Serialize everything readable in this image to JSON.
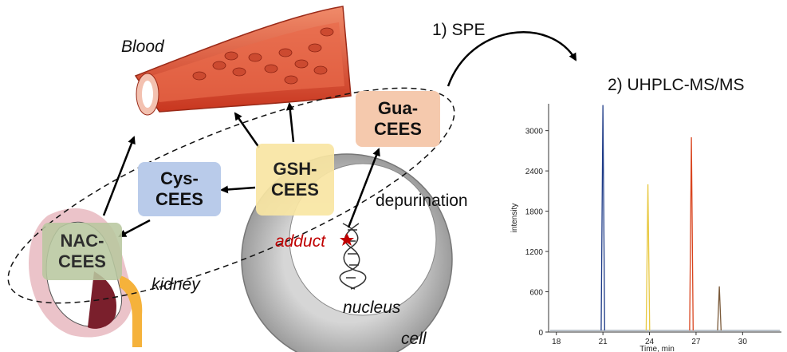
{
  "labels": {
    "blood": "Blood",
    "step1": "1) SPE",
    "step2": "2) UHPLC-MS/MS",
    "depurination": "depurination",
    "adduct": "adduct",
    "kidney": "kidney",
    "nucleus": "nucleus",
    "cell": "cell"
  },
  "boxes": {
    "gua": "Gua-\nCEES",
    "gsh": "GSH-\nCEES",
    "cys": "Cys-\nCEES",
    "nac": "NAC-\nCEES"
  },
  "colors": {
    "gua_box": "#f5c9ad",
    "gsh_box": "#f9e6a3",
    "cys_box": "#b9cbea",
    "nac_box": "#b9c8a0",
    "blood_vessel": "#e2583b",
    "adduct_text": "#c00000",
    "cell_gray": "#c9c9c9"
  },
  "chart_data": {
    "type": "line",
    "xlabel": "Time, min",
    "ylabel": "intensity",
    "x_ticks": [
      18,
      21,
      24,
      27,
      30
    ],
    "y_ticks": [
      0,
      600,
      1200,
      1800,
      2400,
      3000
    ],
    "xlim": [
      17.5,
      32.5
    ],
    "ylim": [
      0,
      3400
    ],
    "series": [
      {
        "color": "#1f3c88",
        "peak_x": 21.0,
        "peak_y": 3380
      },
      {
        "color": "#e8c840",
        "peak_x": 23.9,
        "peak_y": 2200
      },
      {
        "color": "#d9441e",
        "peak_x": 26.7,
        "peak_y": 2900
      },
      {
        "color": "#7a5a3a",
        "peak_x": 28.5,
        "peak_y": 680
      }
    ]
  }
}
